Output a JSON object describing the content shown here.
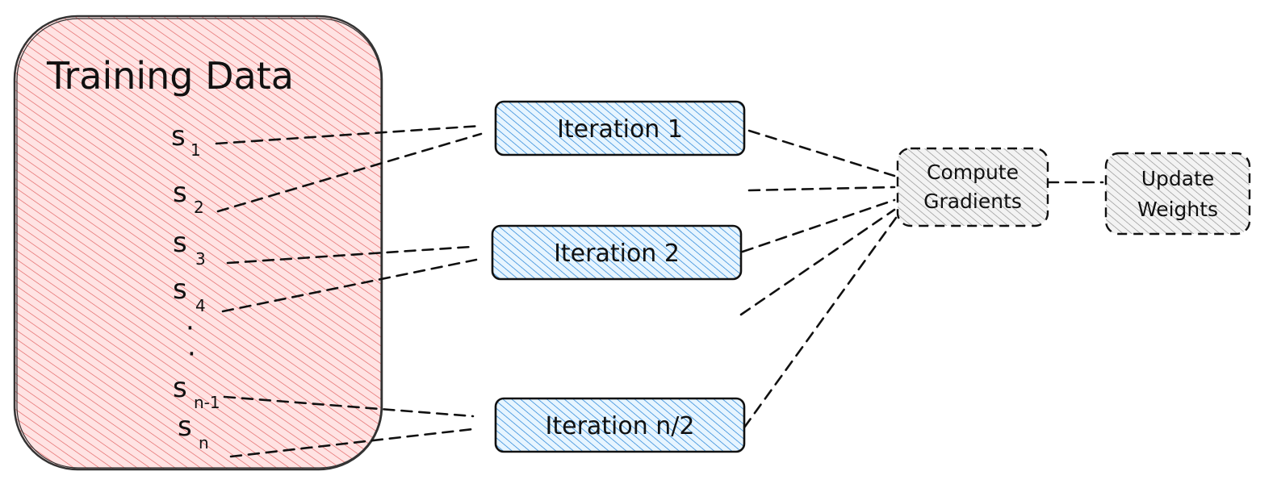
{
  "training_data": {
    "title": "Training Data",
    "samples": [
      {
        "base": "s",
        "sub": "1"
      },
      {
        "base": "s",
        "sub": "2"
      },
      {
        "base": "s",
        "sub": "3"
      },
      {
        "base": "s",
        "sub": "4"
      },
      {
        "base": "s",
        "sub": "n-1"
      },
      {
        "base": "s",
        "sub": "n"
      }
    ],
    "ellipsis": [
      "·",
      "·"
    ]
  },
  "iterations": [
    {
      "label": "Iteration 1"
    },
    {
      "label": "Iteration 2"
    },
    {
      "label": "Iteration n/2"
    }
  ],
  "compute_gradients": {
    "line1": "Compute",
    "line2": "Gradients"
  },
  "update_weights": {
    "line1": "Update",
    "line2": "Weights"
  },
  "colors": {
    "training_fill": "#ff8a8a",
    "training_hatch": "#e05c5c",
    "iteration_fill": "#a5d8ff",
    "iteration_hatch": "#1c7ed6",
    "grey_fill": "#d9d9d9",
    "grey_hatch": "#8c8c8c",
    "ink": "#111111"
  }
}
